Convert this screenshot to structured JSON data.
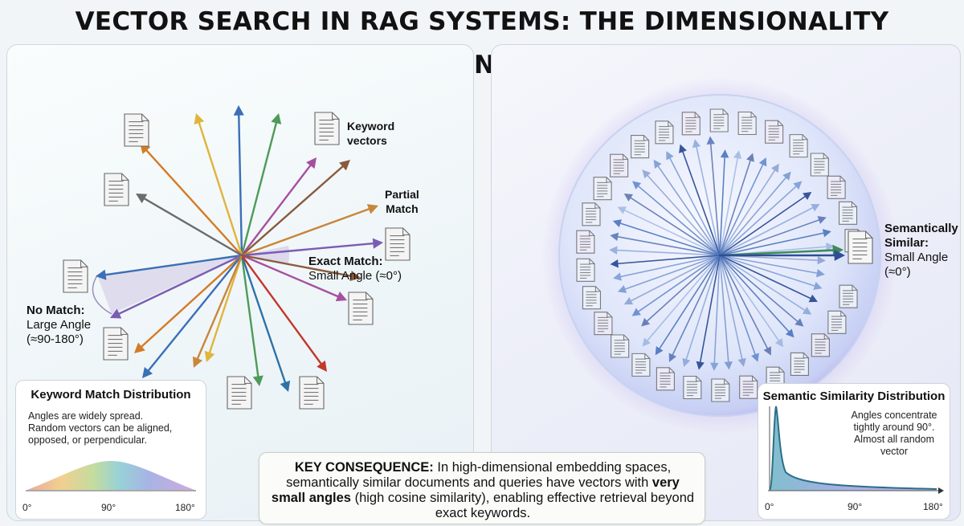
{
  "title": "VECTOR SEARCH IN RAG SYSTEMS: THE DIMENSIONALITY ADVANTAGE",
  "left": {
    "labels": {
      "keyword_line1": "Keyword",
      "keyword_line2": "vectors",
      "partial_line1": "Partial",
      "partial_line2": "Match",
      "exact_title": "Exact Match:",
      "exact_sub": "Small Angle (≈0°)",
      "nomatch_title": "No Match:",
      "nomatch_sub1": "Large Angle",
      "nomatch_sub2": "(≈90-180°)"
    },
    "distribution": {
      "title": "Keyword Match Distribution",
      "desc_line1": "Angles are widely spread.",
      "desc_line2": "Random vectors can be aligned,",
      "desc_line3": "opposed, or perpendicular.",
      "ticks": [
        "0°",
        "90°",
        "180°"
      ]
    }
  },
  "right": {
    "labels": {
      "sem_line1": "Semantically",
      "sem_line2": "Similar:",
      "sem_line3": "Small Angle",
      "sem_line4": "(≈0°)"
    },
    "distribution": {
      "title": "Semantic Similarity Distribution",
      "desc_line1": "Angles concentrate",
      "desc_line2": "tightly around 90°.",
      "desc_line3": "Almost all random",
      "desc_line4": "vector",
      "ticks": [
        "0°",
        "90°",
        "180°"
      ]
    }
  },
  "consequence": {
    "lead": "KEY CONSEQUENCE:",
    "text1": " In high-dimensional embedding spaces, semantically similar documents and queries have vectors with ",
    "bold": "very small angles",
    "text2": " (high cosine similarity), enabling effective retrieval beyond exact keywords."
  },
  "colors": {
    "arrow_palette": [
      "#3b6fb6",
      "#4e9a57",
      "#c0392b",
      "#d47b26",
      "#e0b43c",
      "#7b5cb3",
      "#8a5a3c",
      "#6b6b6b",
      "#2d72a8",
      "#2f9a72",
      "#a64fa0",
      "#c7873a"
    ],
    "semantic_arrow": "#3f5fa8",
    "sphere": "#b7c8ef"
  }
}
